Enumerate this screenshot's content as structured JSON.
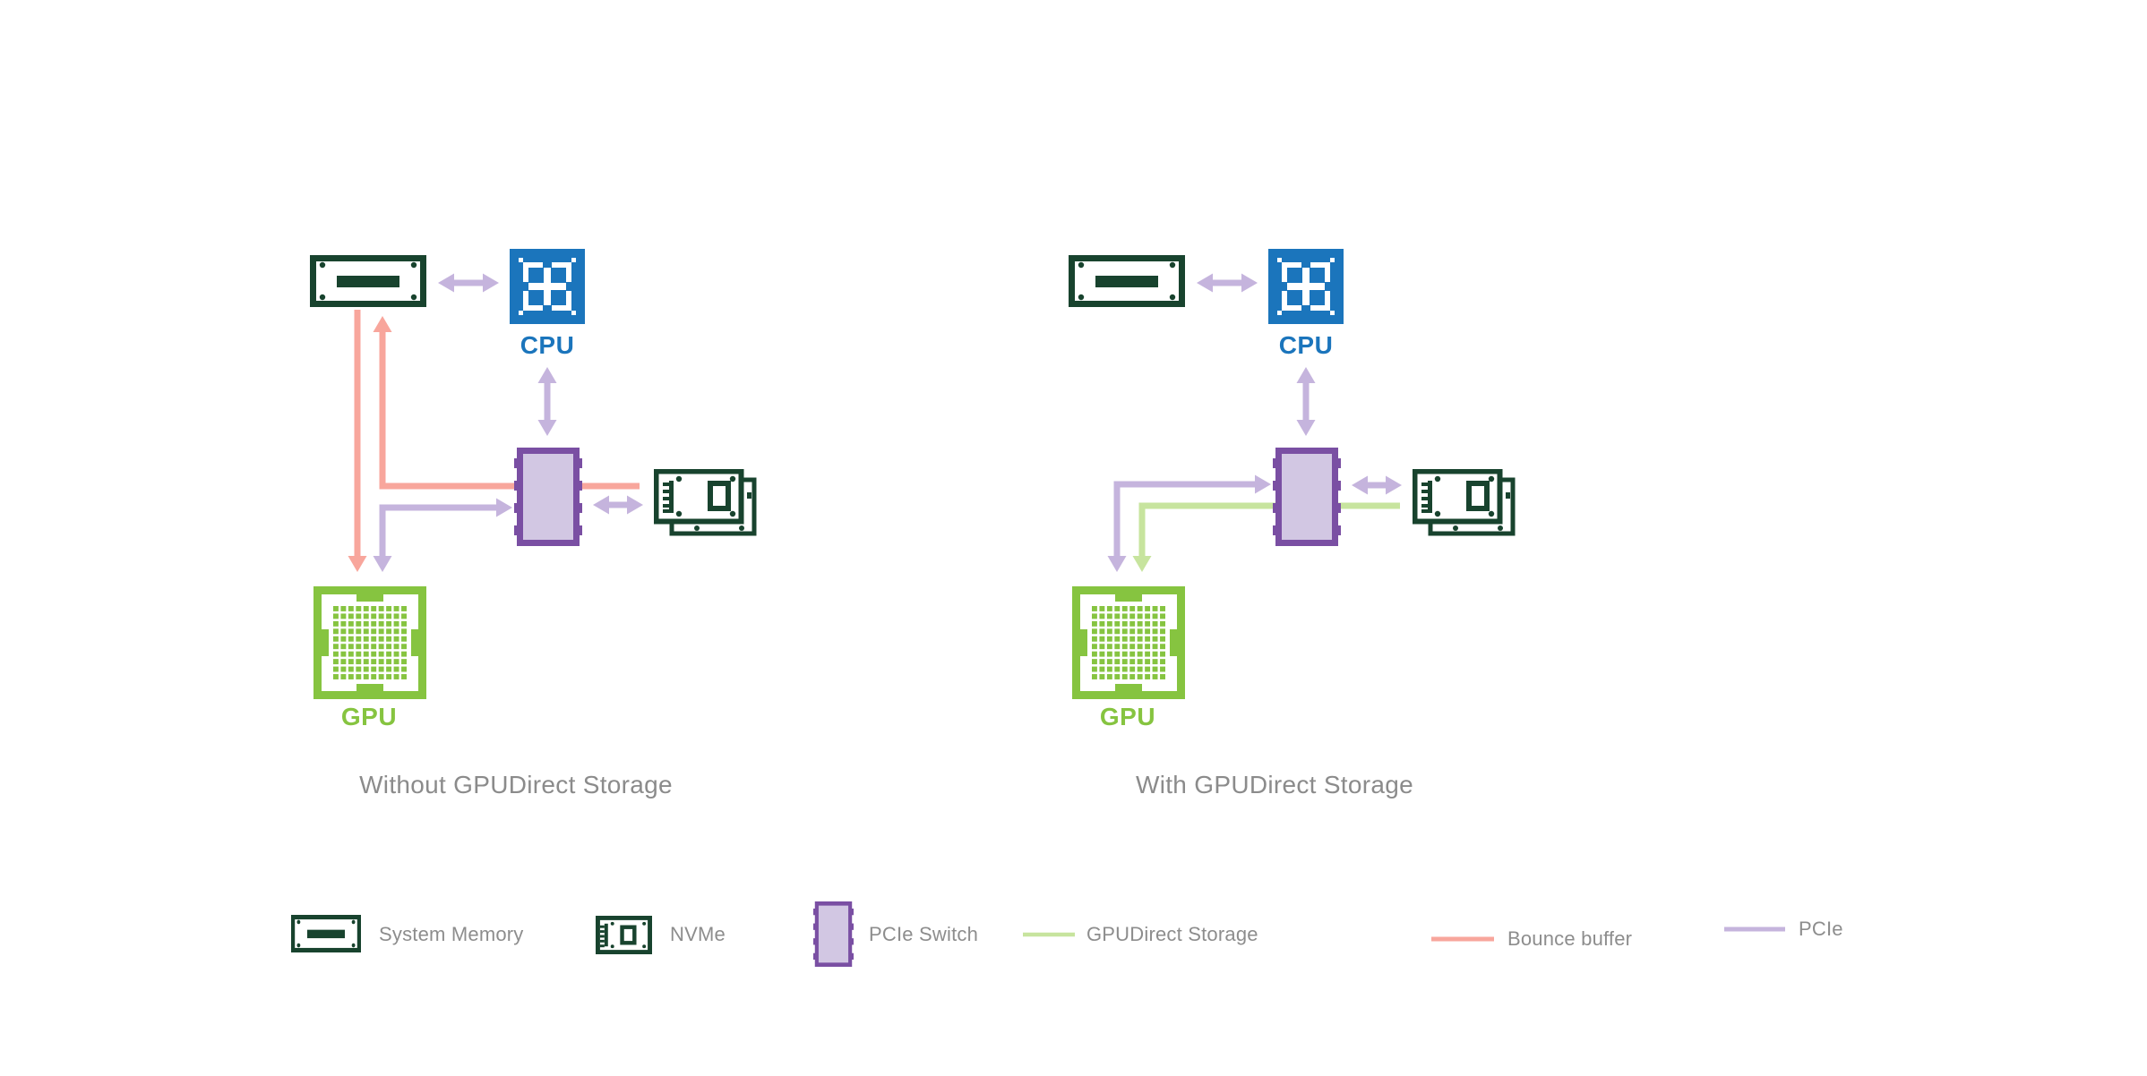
{
  "title": "GPUDirect Storage comparison diagram",
  "left_diagram": {
    "caption": "Without GPUDirect Storage",
    "cpu_label": "CPU",
    "gpu_label": "GPU"
  },
  "right_diagram": {
    "caption": "With GPUDirect Storage",
    "cpu_label": "CPU",
    "gpu_label": "GPU"
  },
  "legend": {
    "system_memory": "System Memory",
    "nvme": "NVMe",
    "pcie_switch": "PCIe Switch",
    "gpudirect_storage": "GPUDirect Storage",
    "bounce_buffer": "Bounce buffer",
    "pcie": "PCIe"
  },
  "colors": {
    "dark_green": "#18432E",
    "cpu_blue": "#1B75BC",
    "switch_border_purple": "#7A4FA3",
    "switch_fill_lavender": "#D2C7E3",
    "pcie_line": "#C5B4DD",
    "bounce_buffer_line": "#F8A69C",
    "gpudirect_line": "#C7E49E",
    "gpu_green": "#86C440",
    "caption_gray": "#8B8B8B",
    "legend_text_gray": "#8D8D8D",
    "background": "#FFFFFF"
  }
}
